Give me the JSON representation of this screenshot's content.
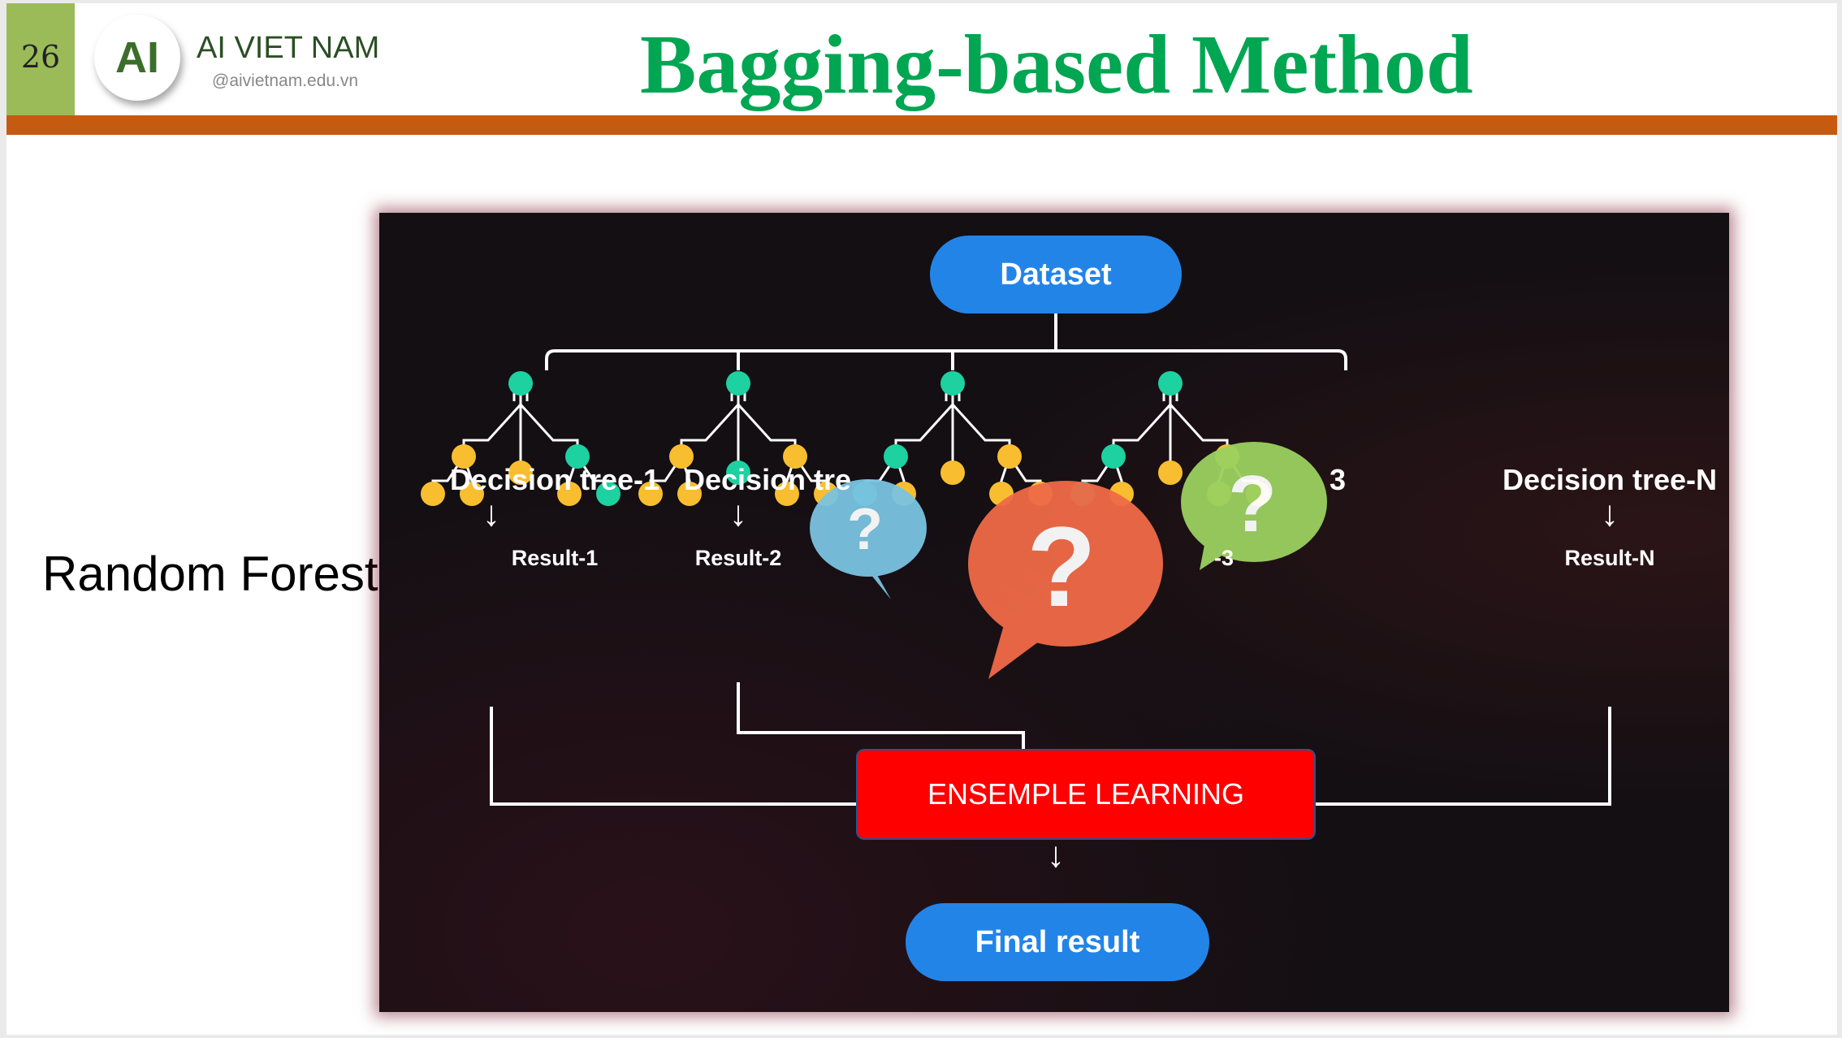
{
  "header": {
    "page_number": "26",
    "logo_text": "AI",
    "brand_name": "AI VIET NAM",
    "brand_url": "@aivietnam.edu.vn",
    "title": "Bagging-based Method"
  },
  "side_label": "Random Forest",
  "diagram": {
    "dataset_label": "Dataset",
    "trees": [
      {
        "label": "Decision tree-1",
        "result": "Result-1"
      },
      {
        "label": "Decision tre",
        "result": "Result-2"
      },
      {
        "label": "",
        "result": "-3"
      },
      {
        "label": "Decision tree-N",
        "result": "Result-N"
      }
    ],
    "tree3_partial_tail": "3",
    "ensemble_label": "ENSEMPLE LEARNING",
    "final_label": "Final result",
    "question_mark": "?",
    "arrow_glyph": "↓",
    "colors": {
      "node_teal": "#1dd1a1",
      "node_yellow": "#f9be2f",
      "pill_blue": "#2384e8",
      "ensemble_red": "#ff0000",
      "bubble_blue": "#7ac3e0",
      "bubble_orange": "#f06a47",
      "bubble_green": "#9bd05f"
    }
  }
}
